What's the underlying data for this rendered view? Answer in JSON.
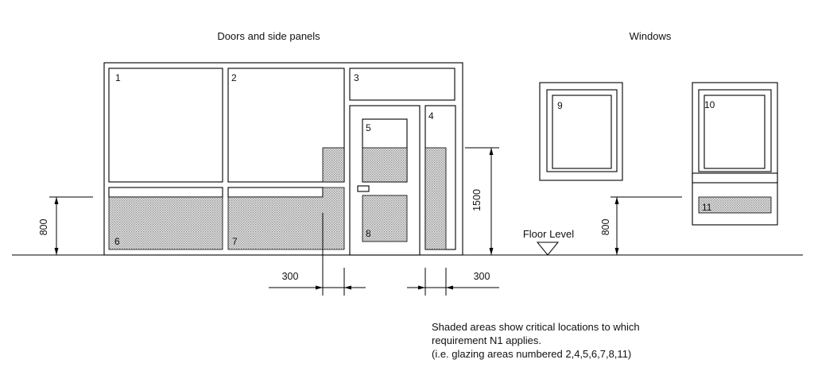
{
  "headings": {
    "doors": "Doors and side panels",
    "windows": "Windows"
  },
  "panels": {
    "p1": "1",
    "p2": "2",
    "p3": "3",
    "p4": "4",
    "p5": "5",
    "p6": "6",
    "p7": "7",
    "p8": "8",
    "p9": "9",
    "p10": "10",
    "p11": "11"
  },
  "dimensions": {
    "left_height": "800",
    "door_height": "1500",
    "window_height": "800",
    "offset_left": "300",
    "offset_right": "300"
  },
  "floor_label": "Floor Level",
  "note": {
    "line1": "Shaded areas show critical locations to which",
    "line2": "requirement N1 applies.",
    "line3": "(i.e. glazing areas numbered 2,4,5,6,7,8,11)"
  },
  "colors": {
    "shade_dot": "#8a8a8a",
    "line": "#000000"
  }
}
